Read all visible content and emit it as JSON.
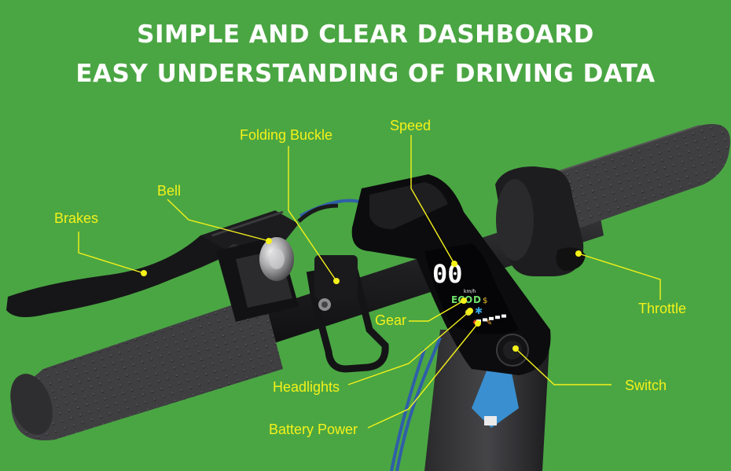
{
  "headline": {
    "line1": "SIMPLE AND CLEAR DASHBOARD",
    "line2": "EASY UNDERSTANDING OF DRIVING DATA"
  },
  "callouts": {
    "folding_buckle": "Folding Buckle",
    "speed": "Speed",
    "bell": "Bell",
    "brakes": "Brakes",
    "gear": "Gear",
    "throttle": "Throttle",
    "headlights": "Headlights",
    "switch": "Switch",
    "battery_power": "Battery Power"
  },
  "display": {
    "speed_value": "00",
    "speed_unit": "km/h",
    "mode": "ECO",
    "gear_letter": "D",
    "battery_level": 1.0
  },
  "colors": {
    "background": "#4aa643",
    "label": "#f4f11a",
    "headline": "#ffffff"
  }
}
